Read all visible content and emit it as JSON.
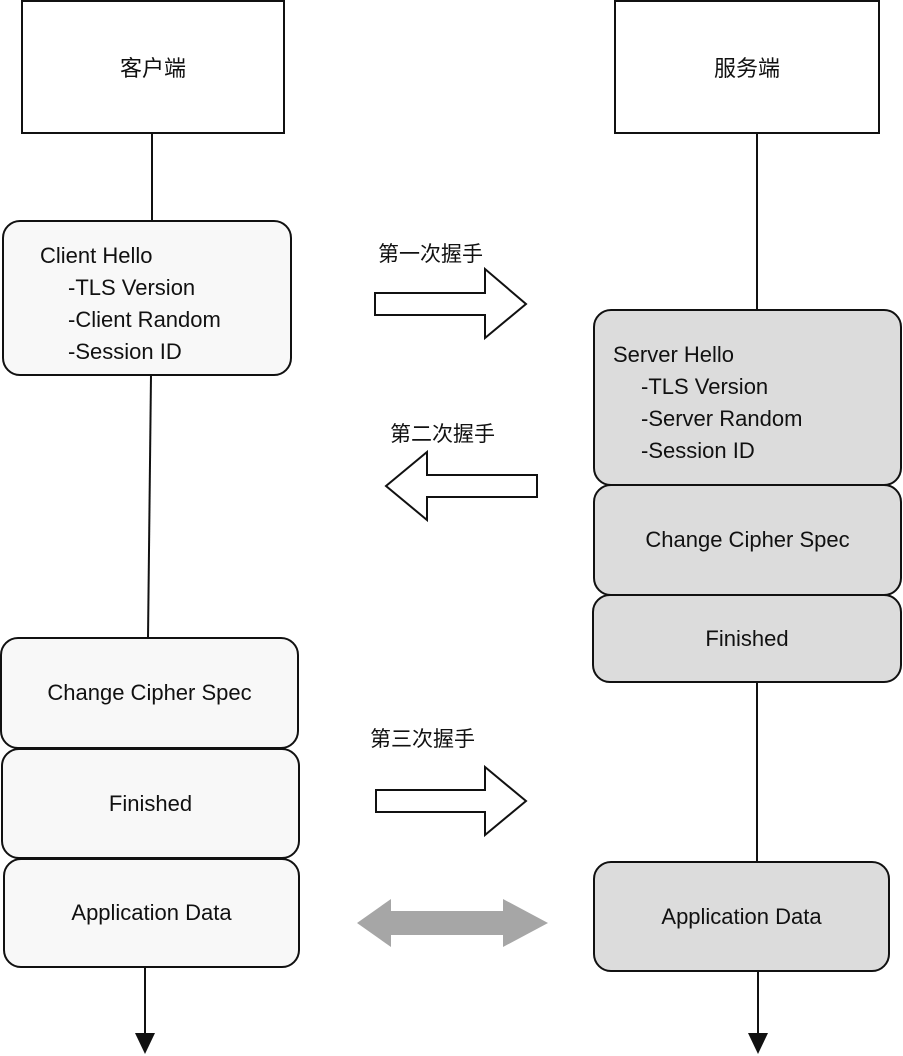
{
  "diagram": {
    "title": "TLS handshake",
    "client": {
      "header": "客户端",
      "client_hello": {
        "title": "Client Hello",
        "fields": [
          "-TLS Version",
          "-Client Random",
          "-Session ID"
        ]
      },
      "change_cipher_spec": "Change Cipher Spec",
      "finished": "Finished",
      "application_data": "Application Data"
    },
    "server": {
      "header": "服务端",
      "server_hello": {
        "title": "Server Hello",
        "fields": [
          "-TLS Version",
          "-Server Random",
          "-Session ID"
        ]
      },
      "change_cipher_spec": "Change Cipher Spec",
      "finished": "Finished",
      "application_data": "Application Data"
    },
    "handshakes": [
      {
        "label": "第一次握手",
        "direction": "client-to-server"
      },
      {
        "label": "第二次握手",
        "direction": "server-to-client"
      },
      {
        "label": "第三次握手",
        "direction": "client-to-server"
      }
    ],
    "data_exchange": {
      "direction": "bidirectional"
    },
    "colors": {
      "client_fill": "#f8f8f8",
      "server_fill": "#dcdcdc",
      "stroke": "#111111",
      "exchange_arrow": "#a6a6a6"
    }
  }
}
